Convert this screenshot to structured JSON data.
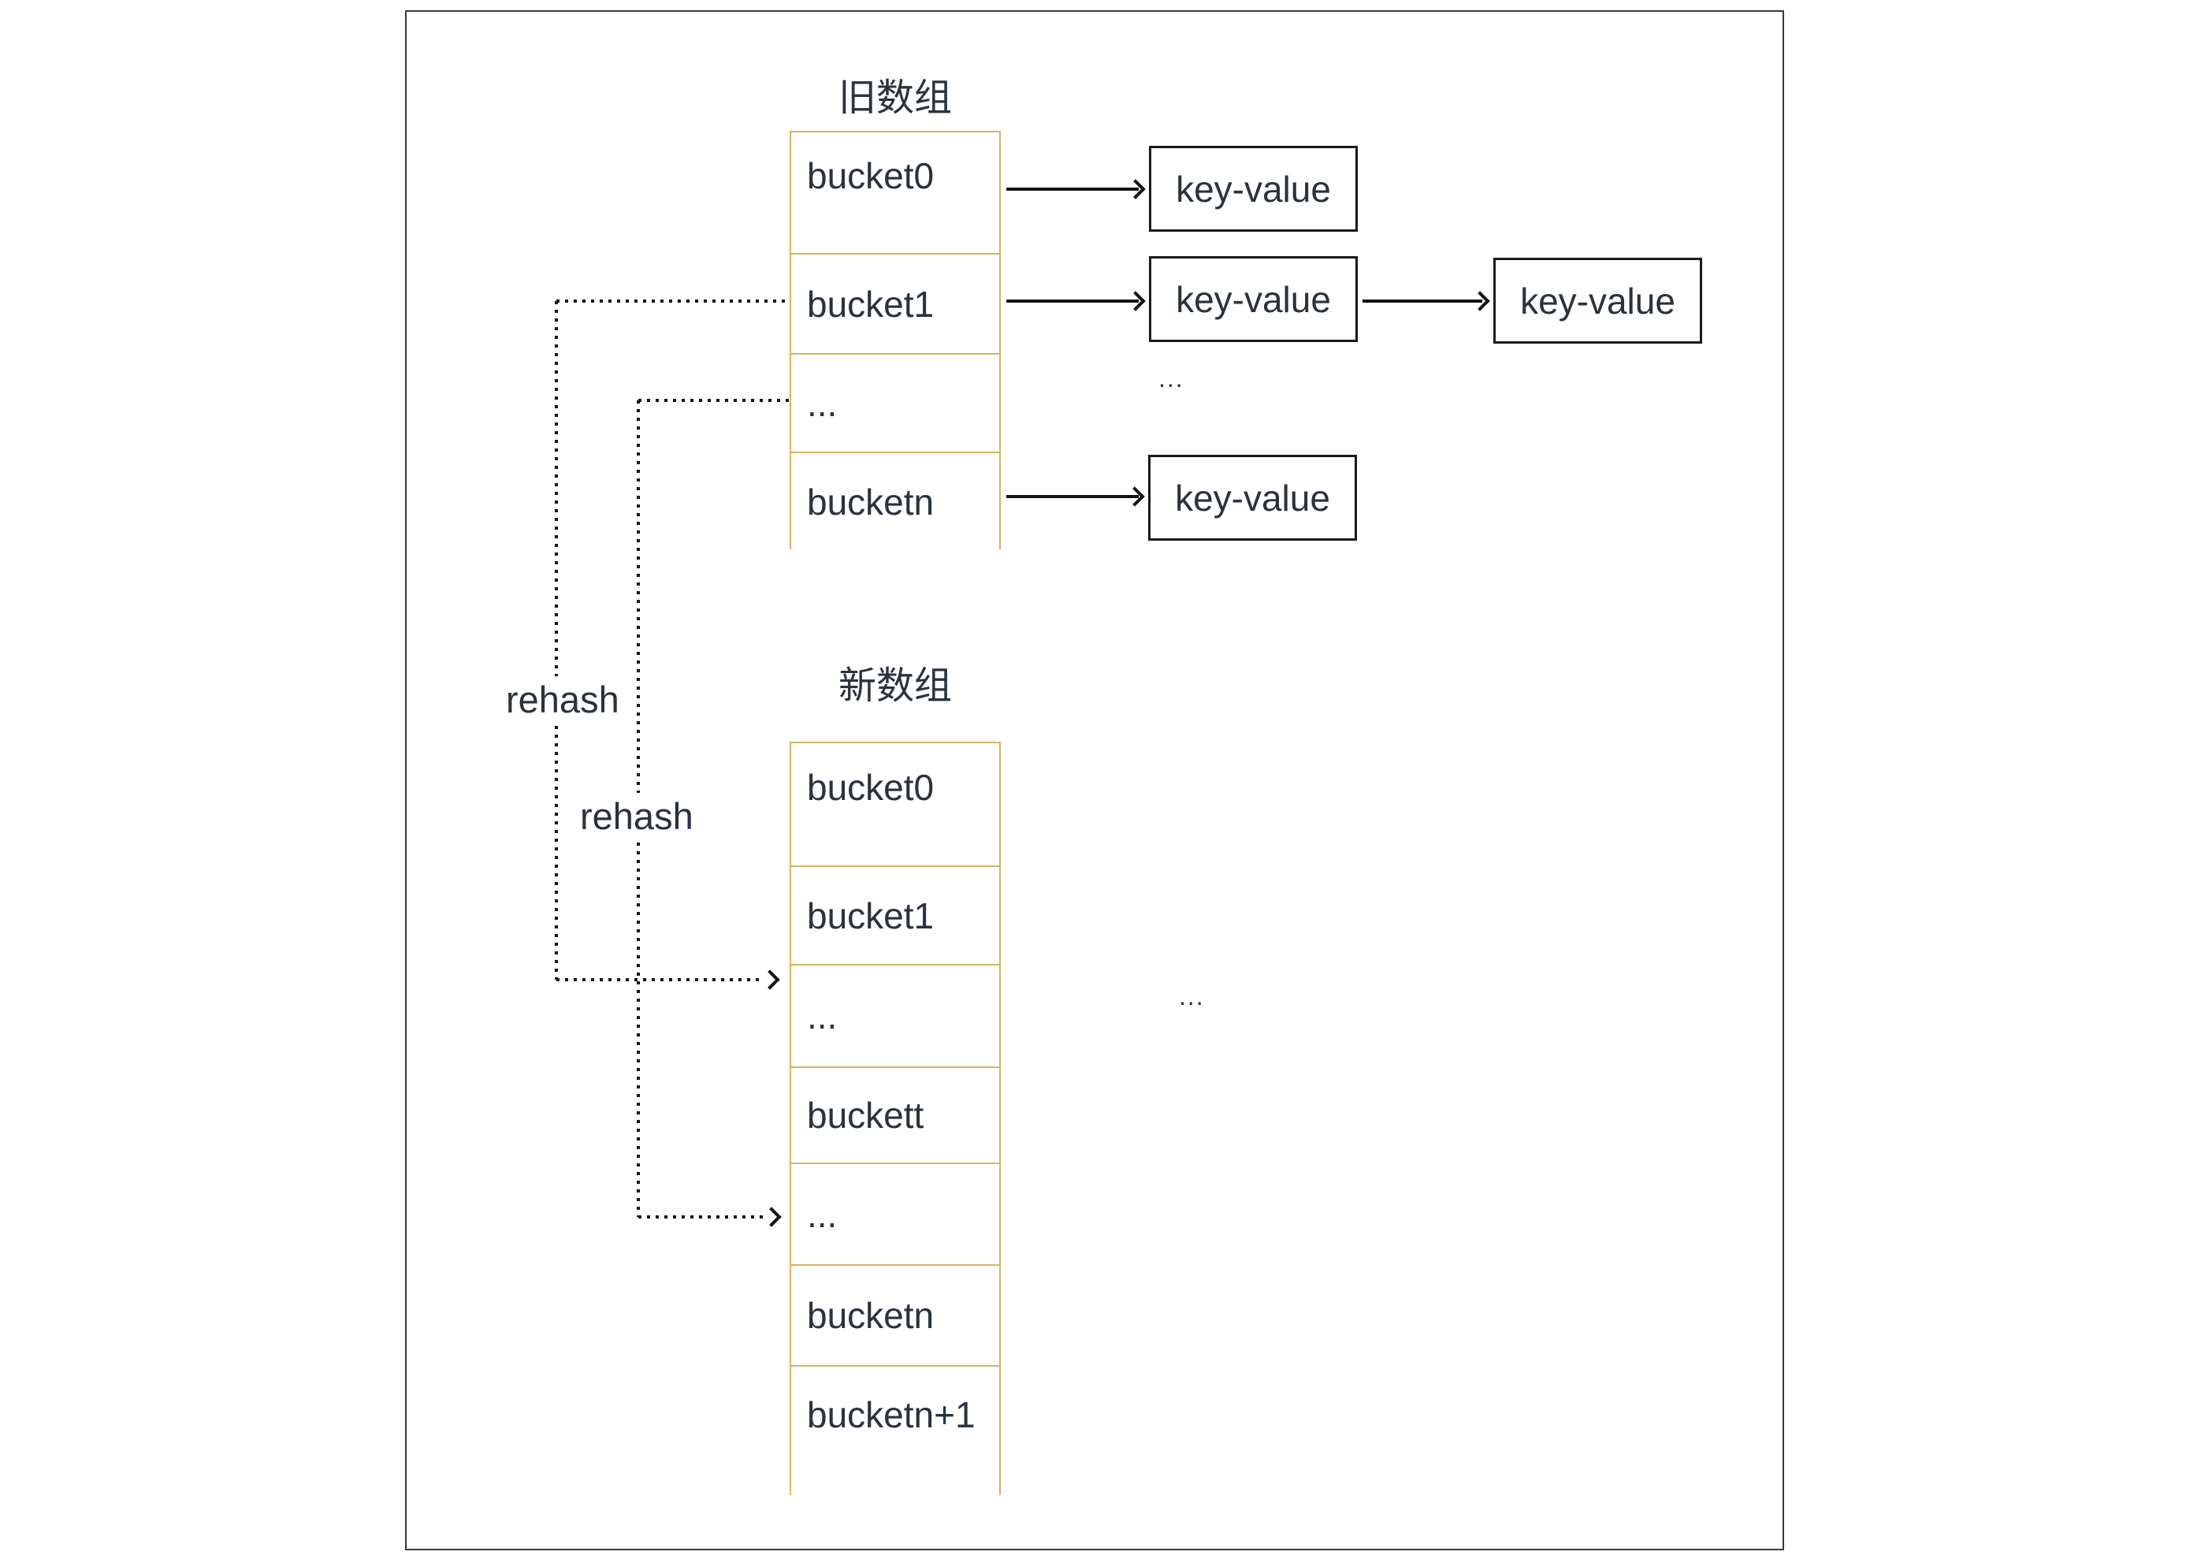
{
  "titles": {
    "old_array": "旧数组",
    "new_array": "新数组"
  },
  "old_array": {
    "buckets": [
      "bucket0",
      "bucket1",
      "...",
      "bucketn"
    ]
  },
  "new_array": {
    "buckets": [
      "bucket0",
      "bucket1",
      "...",
      "buckett",
      "...",
      "bucketn",
      "bucketn+1"
    ]
  },
  "kv_boxes": {
    "bucket0_kv": "key-value",
    "bucket1_kv": "key-value",
    "bucket1_kv_next": "key-value",
    "bucketn_kv": "key-value"
  },
  "labels": {
    "rehash_bucket1": "rehash",
    "rehash_dots": "rehash"
  },
  "ellipses": {
    "old_chain_more": "...",
    "new_chain_more": "..."
  },
  "colors": {
    "array_border": "#D8B263",
    "kv_border": "#1A1A1A",
    "text": "#2B323E",
    "frame_border": "#3A3A3A",
    "line": "#141414"
  }
}
